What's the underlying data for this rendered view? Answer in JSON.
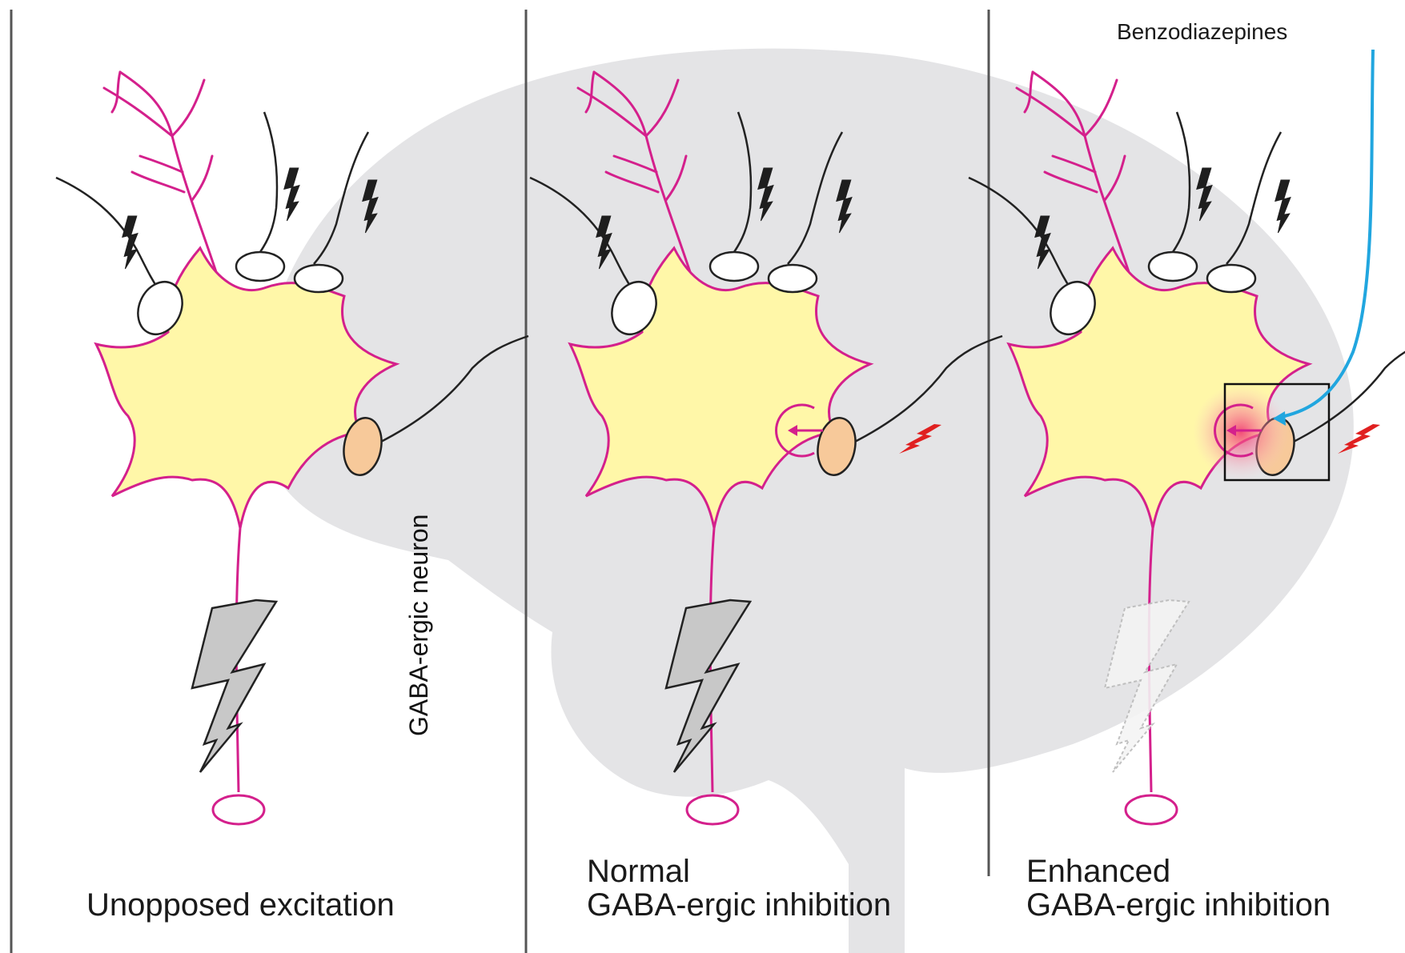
{
  "panels": [
    {
      "caption_lines": [
        "Unopposed excitation"
      ],
      "inhibition": "none",
      "output_spike": "strong"
    },
    {
      "caption_lines": [
        "Normal",
        "GABA-ergic inhibition"
      ],
      "inhibition": "normal",
      "output_spike": "strong"
    },
    {
      "caption_lines": [
        "Enhanced",
        "GABA-ergic inhibition"
      ],
      "inhibition": "enhanced",
      "output_spike": "faint"
    }
  ],
  "gaba_neuron_label": "GABA-ergic neuron",
  "drug_label": "Benzodiazepines",
  "colors": {
    "background": "#ffffff",
    "brain_silhouette": "#e4e4e6",
    "neuron_fill": "#fff7a8",
    "neuron_outline": "#d4208c",
    "gaba_terminal_fill": "#f7c99a",
    "input_spike": "#1e1e1e",
    "gaba_spike": "#e02020",
    "output_spike_fill": "#c8c8c8",
    "drug_arrow": "#21a6df",
    "glow": "#f4608c",
    "divider": "#555555"
  }
}
